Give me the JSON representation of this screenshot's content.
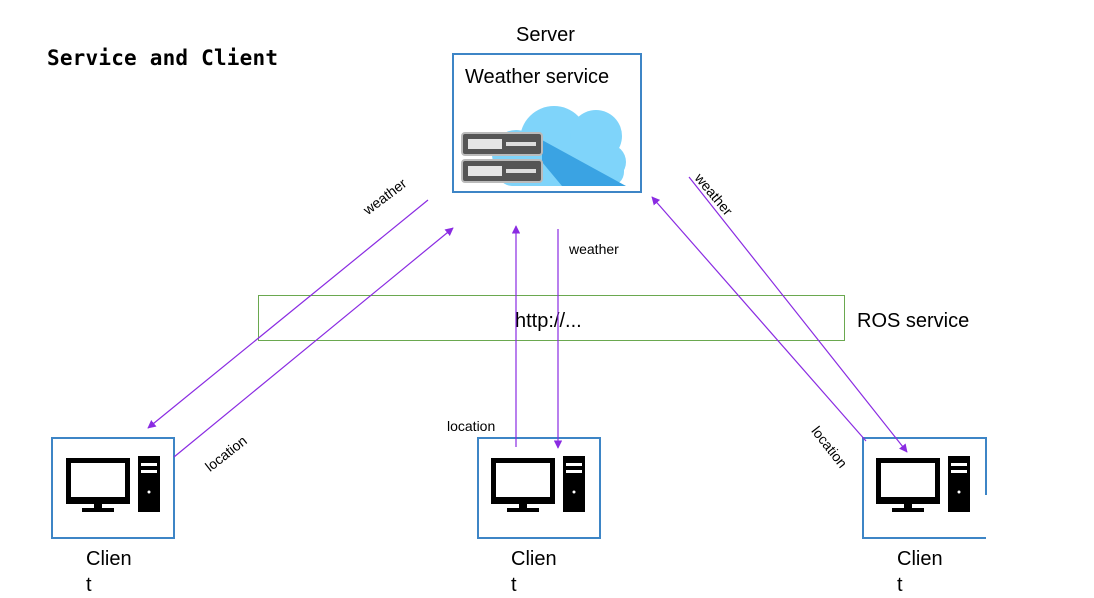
{
  "page_title": "Service and Client",
  "server": {
    "label": "Server",
    "service_name": "Weather service",
    "icon": "cloud-server-icon"
  },
  "middleware": {
    "url": "http://...",
    "label": "ROS service"
  },
  "clients": [
    {
      "label_line1": "Clien",
      "label_line2": "t",
      "icon": "desktop-computer-icon"
    },
    {
      "label_line1": "Clien",
      "label_line2": "t",
      "icon": "desktop-computer-icon"
    },
    {
      "label_line1": "Clien",
      "label_line2": "t",
      "icon": "desktop-computer-icon"
    }
  ],
  "edges": {
    "weather": "weather",
    "location": "location"
  },
  "colors": {
    "arrow": "#8a2be2",
    "box_border": "#3d85c6",
    "bar_border": "#6aa84f",
    "cloud": "#7fd4fa",
    "cloud_shadow": "#3aa3e3"
  }
}
